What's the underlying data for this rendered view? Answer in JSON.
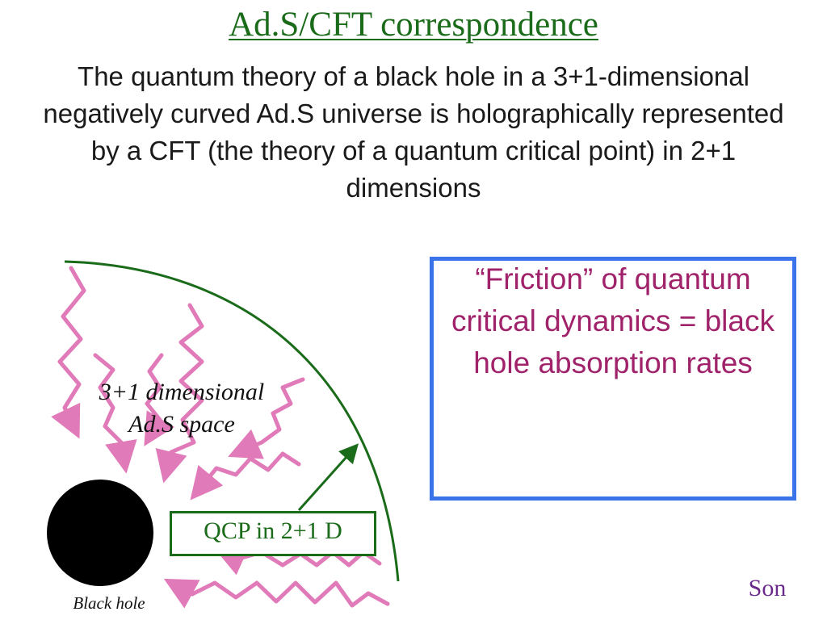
{
  "title": "Ad.S/CFT correspondence",
  "intro_text": "The quantum theory of a black hole in a 3+1-dimensional negatively curved Ad.S universe is holographically represented by a CFT (the theory of a quantum critical point) in 2+1 dimensions",
  "diagram": {
    "ads_space_label_line1": "3+1 dimensional",
    "ads_space_label_line2": "Ad.S space",
    "black_hole_label": "Black hole",
    "qcp_label": "QCP in 2+1 D",
    "friction_text": "“Friction” of quantum critical dynamics = black hole absorption rates"
  },
  "author": "Son",
  "colors": {
    "title": "#1a6b1a",
    "boundary_arc": "#1a6b1a",
    "wave_arrows": "#e07ab8",
    "friction_border": "#3b73ea",
    "friction_text": "#a0226a",
    "author": "#6a2a8a",
    "black_hole": "#000000"
  }
}
